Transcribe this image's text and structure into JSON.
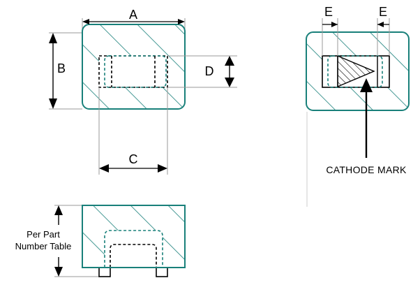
{
  "diagram": {
    "dimension_labels": {
      "a": "A",
      "b": "B",
      "c": "C",
      "d": "D",
      "e_left": "E",
      "e_right": "E"
    },
    "cathode_label": "CATHODE MARK",
    "thickness_label_line1": "Per Part",
    "thickness_label_line2": "Number Table"
  },
  "colors": {
    "body": "#19807a",
    "outline": "#000000",
    "background": "#ffffff"
  }
}
